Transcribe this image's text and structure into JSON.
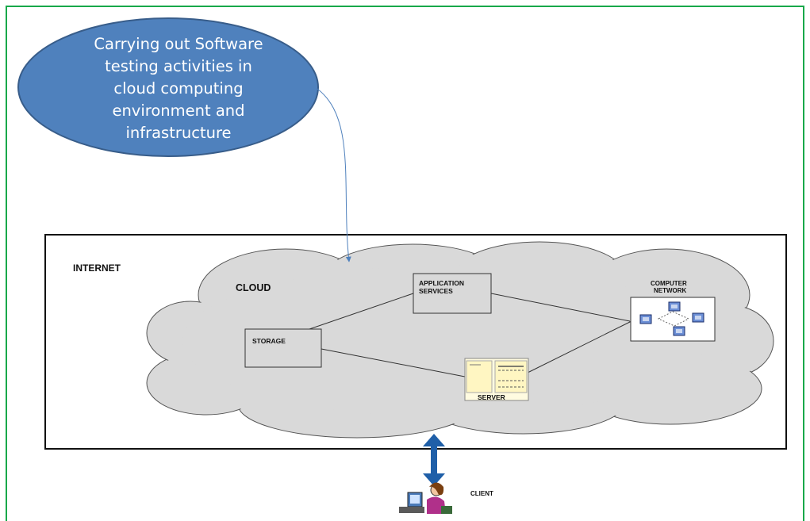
{
  "callout": {
    "lines": [
      "Carrying out Software",
      "testing activities in",
      "cloud computing",
      "environment and",
      "infrastructure"
    ]
  },
  "labels": {
    "internet": "INTERNET",
    "cloud": "CLOUD",
    "application_services": [
      "APPLICATION",
      "SERVICES"
    ],
    "computer_network": [
      "COMPUTER",
      "NETWORK"
    ],
    "storage": "STORAGE",
    "server": "SERVER",
    "client": "CLIENT"
  },
  "colors": {
    "frame": "#17a84a",
    "callout_fill": "#4f81bd",
    "callout_stroke": "#385d8a",
    "cloud_fill": "#d9d9d9",
    "arrow": "#1f5fa8",
    "connector": "#4f81bd"
  }
}
